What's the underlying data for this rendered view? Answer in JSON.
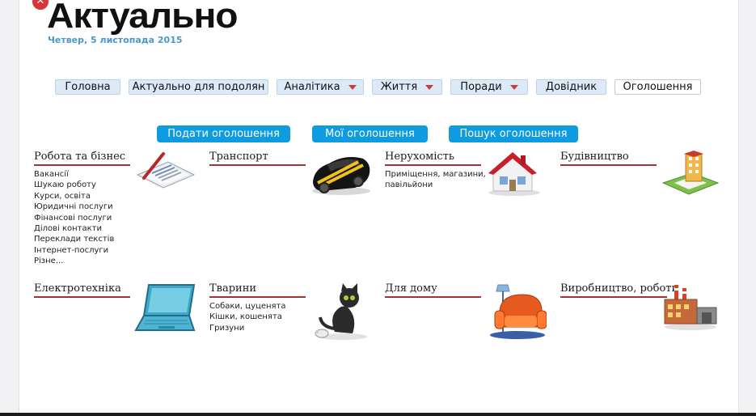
{
  "header": {
    "logo_text": "Актуально",
    "date": "Четвер, 5 листопада 2015"
  },
  "nav": [
    {
      "label": "Головна",
      "dropdown": false
    },
    {
      "label": "Актуально для подолян",
      "dropdown": false
    },
    {
      "label": "Аналітика",
      "dropdown": true
    },
    {
      "label": "Життя",
      "dropdown": true
    },
    {
      "label": "Поради",
      "dropdown": true
    },
    {
      "label": "Довідник",
      "dropdown": false
    },
    {
      "label": "Оголошення",
      "dropdown": false,
      "active": true
    }
  ],
  "actions": [
    "Подати оголошення",
    "Мої оголошення",
    "Пошук оголошення"
  ],
  "categories": [
    {
      "title": "Робота та бізнес",
      "items": [
        "Вакансії",
        "Шукаю роботу",
        "Курси, освіта",
        "Юридичні послуги",
        "Фінансові послуги",
        "Ділові контакти",
        "Переклади текстів",
        "Інтернет-послуги",
        "Різне..."
      ]
    },
    {
      "title": "Транспорт",
      "items": []
    },
    {
      "title": "Нерухомість",
      "items": [
        "Приміщення, магазини,",
        "павільйони"
      ]
    },
    {
      "title": "Будівництво",
      "items": []
    },
    {
      "title": "Електротехніка",
      "items": []
    },
    {
      "title": "Тварини",
      "items": [
        "Собаки, цуценята",
        "Кішки, кошенята",
        "Гризуни"
      ]
    },
    {
      "title": "Для дому",
      "items": []
    },
    {
      "title": "Виробництво, роботи",
      "items": []
    }
  ],
  "colors": {
    "nav_bg": "#dce9f6",
    "accent_blue": "#0e9be0",
    "underline_red": "#a33333",
    "date_blue": "#4a97c8"
  }
}
